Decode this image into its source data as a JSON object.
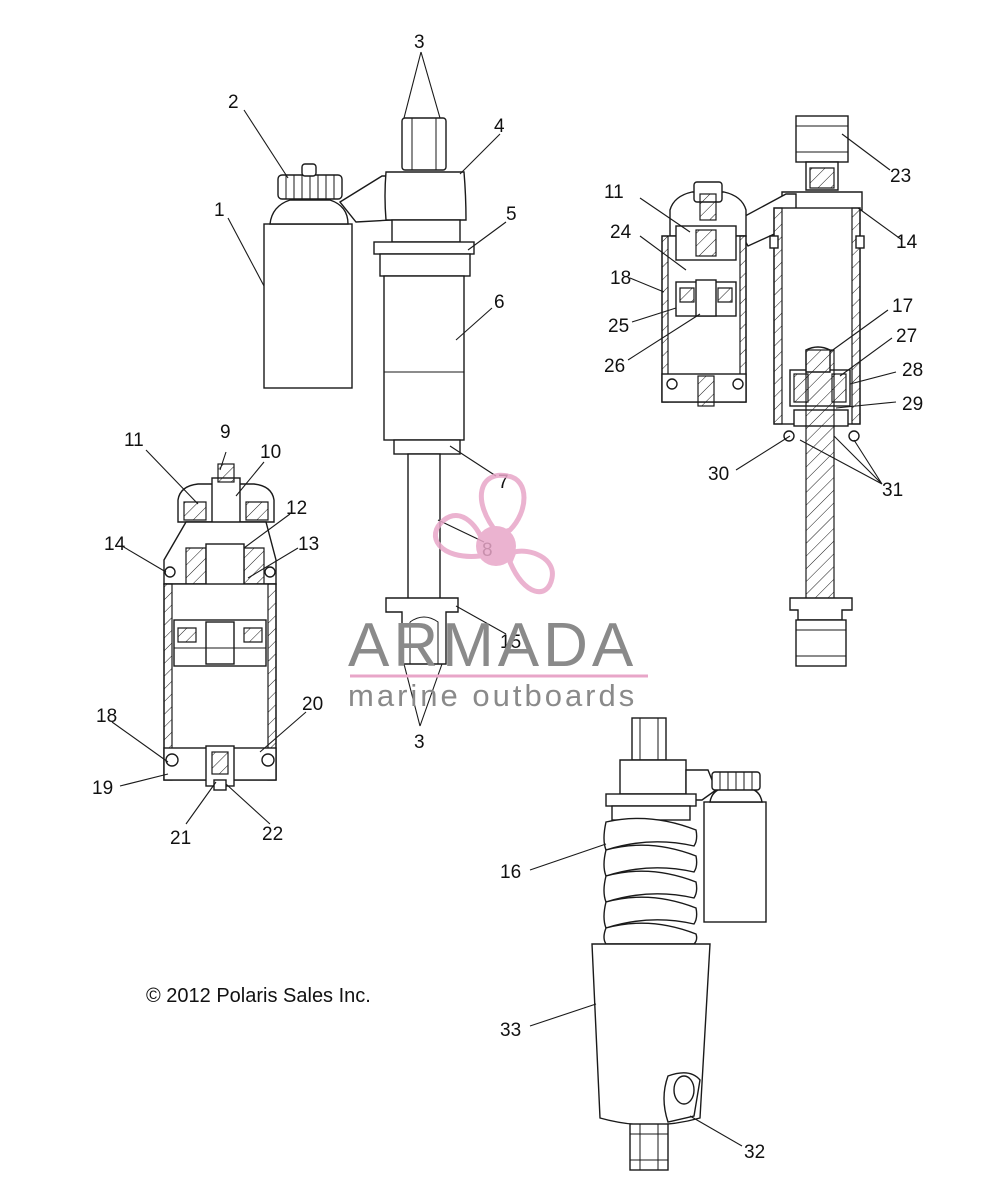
{
  "diagram": {
    "callouts": {
      "c1": "1",
      "c2": "2",
      "c3a": "3",
      "c3b": "3",
      "c4": "4",
      "c5": "5",
      "c6": "6",
      "c7": "7",
      "c8": "8",
      "c9": "9",
      "c10": "10",
      "c11a": "11",
      "c11b": "11",
      "c12": "12",
      "c13": "13",
      "c14a": "14",
      "c14b": "14",
      "c15": "15",
      "c16": "16",
      "c17": "17",
      "c18a": "18",
      "c18b": "18",
      "c19": "19",
      "c20": "20",
      "c21": "21",
      "c22": "22",
      "c23": "23",
      "c24": "24",
      "c25": "25",
      "c26": "26",
      "c27": "27",
      "c28": "28",
      "c29": "29",
      "c30": "30",
      "c31": "31",
      "c32": "32",
      "c33": "33"
    },
    "copyright": "© 2012 Polaris Sales Inc."
  },
  "watermark": {
    "title": "ARMADA",
    "subtitle": "marine outboards",
    "logo_color": "#e8a6c8",
    "text_color": "#8a8a8a"
  }
}
